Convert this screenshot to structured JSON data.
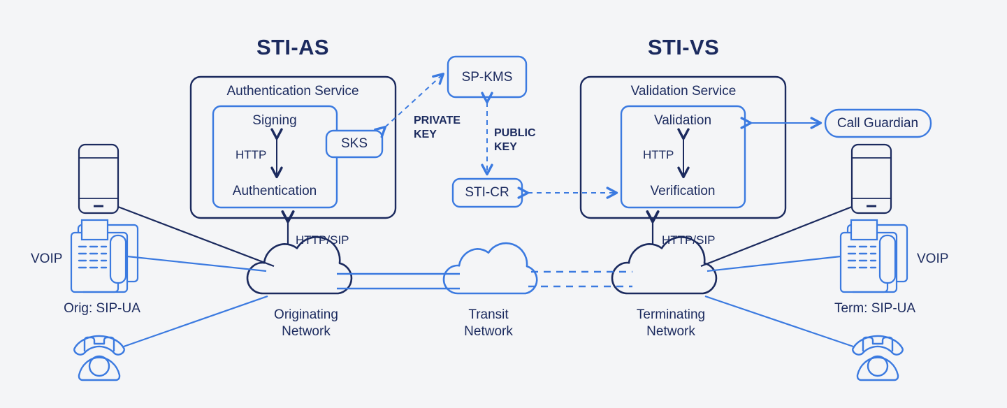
{
  "meta": {
    "diagram_title": "STIR/SHAKEN call authentication and verification architecture",
    "background_color": "#f4f5f7",
    "colors": {
      "navy": "#1b2a5e",
      "blue": "#3b7ae0",
      "text": "#1b2a5e"
    }
  },
  "sections": {
    "left_title": "STI-AS",
    "right_title": "STI-VS"
  },
  "left_service": {
    "outer_label": "Authentication Service",
    "inner_top": "Signing",
    "inner_mid": "HTTP",
    "inner_bottom": "Authentication",
    "sks_label": "SKS"
  },
  "right_service": {
    "outer_label": "Validation Service",
    "inner_top": "Validation",
    "inner_mid": "HTTP",
    "inner_bottom": "Verification"
  },
  "middle": {
    "sp_kms": "SP-KMS",
    "sti_cr": "STI-CR",
    "private_key": "PRIVATE\nKEY",
    "public_key": "PUBLIC\nKEY"
  },
  "right_panel": {
    "call_guardian": "Call Guardian"
  },
  "links": {
    "http_sip_left": "HTTP/SIP",
    "http_sip_right": "HTTP/SIP"
  },
  "clouds": {
    "originating": "Originating\nNetwork",
    "transit": "Transit\nNetwork",
    "terminating": "Terminating\nNetwork"
  },
  "endpoints": {
    "left_voip": "VOIP",
    "left_sipua": "Orig: SIP-UA",
    "right_voip": "VOIP",
    "right_sipua": "Term: SIP-UA"
  },
  "icons": {
    "smartphone": "smartphone-icon",
    "desk_phone": "voip-desk-phone-icon",
    "rotary_phone": "rotary-phone-icon",
    "cloud": "cloud-icon"
  }
}
